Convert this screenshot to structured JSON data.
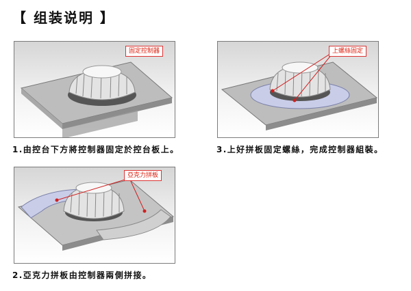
{
  "title": "【 组装说明 】",
  "steps": [
    {
      "caption": "1.由控台下方將控制器固定於控台板上。",
      "callout": "固定控制器"
    },
    {
      "caption": "3.上好拼板固定螺絲，完成控制器組裝。",
      "callout": "上螺絲固定"
    },
    {
      "caption": "2.亞克力拼板由控制器兩側拼接。",
      "callout": "亞克力拼板"
    }
  ],
  "colors": {
    "callout": "#d21f1f",
    "plate": "#c9c9c9",
    "acrylic": "#c9cde8"
  }
}
